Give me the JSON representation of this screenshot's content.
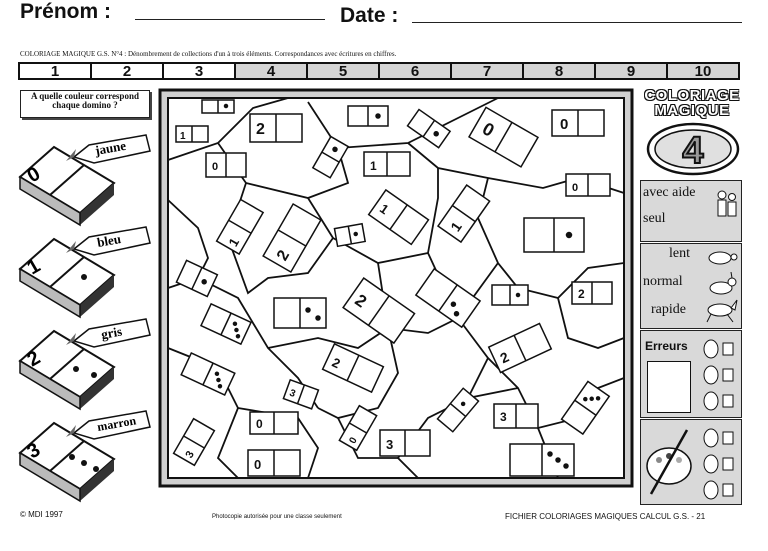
{
  "header": {
    "firstname_label": "Prénom :",
    "date_label": "Date :",
    "subtitle": "COLORIAGE MAGIQUE G.S. N°4 : Dénombrement de collections d'un à trois éléments. Correspondances avec écritures en chiffres."
  },
  "number_strip": [
    "1",
    "2",
    "3",
    "4",
    "5",
    "6",
    "7",
    "8",
    "9",
    "10"
  ],
  "question": "A quelle couleur correspond chaque domino ?",
  "legend": [
    {
      "number": "0",
      "color": "jaune"
    },
    {
      "number": "1",
      "color": "bleu"
    },
    {
      "number": "2",
      "color": "gris"
    },
    {
      "number": "3",
      "color": "marron"
    }
  ],
  "side": {
    "title_line1": "COLORIAGE",
    "title_line2": "MAGIQUE",
    "badge_number": "4",
    "help_with": "avec aide",
    "help_alone": "seul",
    "speed_slow": "lent",
    "speed_normal": "normal",
    "speed_fast": "rapide",
    "errors": "Erreurs"
  },
  "footer": {
    "copyright": "© MDI 1997",
    "notice": "Photocopie autorisée pour une classe seulement",
    "file": "FICHIER COLORIAGES MAGIQUES CALCUL G.S. - 21"
  }
}
